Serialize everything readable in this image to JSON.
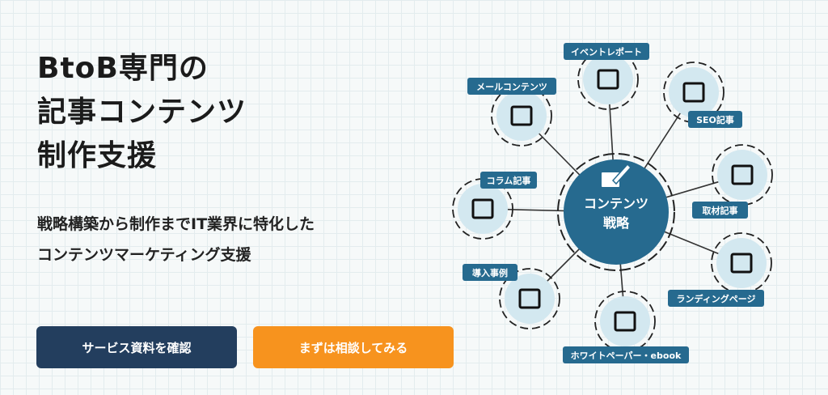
{
  "hero": {
    "title_lines": [
      "BtoB専門の",
      "記事コンテンツ",
      "制作支援"
    ],
    "subtitle_lines": [
      "戦略構築から制作までIT業界に特化した",
      "コンテンツマーケティング支援"
    ]
  },
  "buttons": {
    "primary": "サービス資料を確認",
    "secondary": "まずは相談してみる"
  },
  "diagram": {
    "center_lines": [
      "コンテンツ",
      "戦略"
    ],
    "nodes": [
      "イベントレポート",
      "メールコンテンツ",
      "SEO記事",
      "取材記事",
      "コラム記事",
      "ランディングページ",
      "導入事例",
      "ホワイトペーパー・ebook"
    ]
  },
  "colors": {
    "accent": "#266a8f",
    "navy": "#233e5e",
    "orange": "#f7931e",
    "node_fill": "#d3e8f0"
  }
}
